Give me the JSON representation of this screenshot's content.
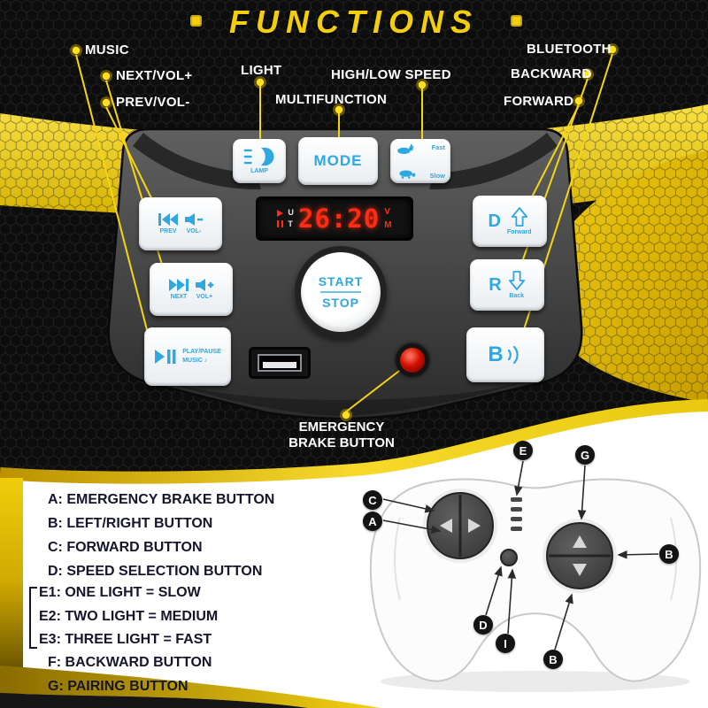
{
  "title": "FUNCTIONS",
  "colors": {
    "accent_yellow": "#f2cf0a",
    "panel_blue": "#2fa8e1",
    "display_red": "#ff2a12"
  },
  "callouts": {
    "music": "MUSIC",
    "next_vol": "NEXT/VOL+",
    "prev_vol": "PREV/VOL-",
    "light": "LIGHT",
    "multifunction": "MULTIFUNCTION",
    "high_low_speed": "HIGH/LOW SPEED",
    "bluetooth": "BLUETOOTH",
    "backward": "BACKWARD",
    "forward": "FORWARD",
    "emergency_line1": "EMERGENCY",
    "emergency_line2": "BRAKE BUTTON"
  },
  "panel": {
    "lamp": "LAMP",
    "mode": "MODE",
    "fast": "Fast",
    "slow": "Slow",
    "display_time": "26:20",
    "display_u": "U",
    "display_t": "T",
    "display_v": "V",
    "display_m": "M",
    "prev": "PREV",
    "vol_minus": "VOL-",
    "next": "NEXT",
    "vol_plus": "VOL+",
    "play_pause": "PLAY/PAUSE",
    "music": "MUSIC",
    "music_note": "♪",
    "start": "START",
    "stop": "STOP",
    "forward_letter": "D",
    "forward_label": "Forward",
    "back_letter": "R",
    "back_label": "Back",
    "bluetooth_letter": "B"
  },
  "legend": {
    "items": [
      "A: EMERGENCY BRAKE BUTTON",
      "B: LEFT/RIGHT BUTTON",
      "C: FORWARD BUTTON",
      "D: SPEED SELECTION BUTTON",
      "E1: ONE LIGHT = SLOW",
      "E2: TWO LIGHT = MEDIUM",
      "E3: THREE LIGHT = FAST",
      "F: BACKWARD BUTTON",
      "G: PAIRING BUTTON"
    ]
  },
  "remote": {
    "labels": [
      "E",
      "G",
      "C",
      "A",
      "D",
      "I",
      "B",
      "B"
    ]
  }
}
